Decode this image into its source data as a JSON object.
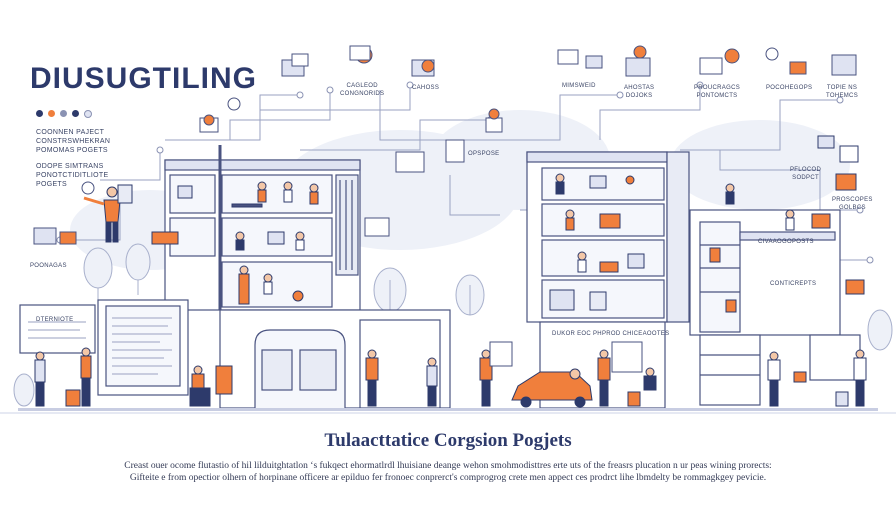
{
  "title": "DIUSUGTILING",
  "left_text": "COONNEN PAJECT\nCONSTRSWHEKRAN\nPOMOMAS POGETS",
  "left_text2": "ODOPE SIMTRANS\nPONOTCTIDITLIOTE\nPOGETS",
  "labels": {
    "top_1": "CAGLEOD\nCONGNORIDS",
    "top_2": "CAHOSS",
    "top_3": "MIMSWEID",
    "top_4": "AHOSTAS\nDOJOKS",
    "top_5": "PROUCRAGCS\nPONTOMCTS",
    "top_6": "POCOHEGOPS",
    "top_7": "TOPIE NS\nTOHEMCS",
    "mid_1": "OPSPOSE",
    "right_1": "PFLOCOD\nSODPCT",
    "right_2": "PROSCOPES\nGOLBCS",
    "right_3": "CIVAAOGOPOSTS",
    "right_4": "CONTICREPTS",
    "left_bottom": "POONAGAS",
    "doc_left": "DTERNIOTE",
    "doc_center": "DUKOR EOC PHPROD CHICEAOOTES"
  },
  "subtitle": "Tulaacttatice Corgsion Pogjets",
  "description_1": "Creast ouer ocome flutastio of hil lilduitghtatlon ‘s fukqect ehormatlrdl lhuisiane deange wehon smohmodisttres erte uts of the freasrs plucation n ur peas wining prorects:",
  "description_2": "Gifteite e from opectior olhern of horpinane officere ar epilduo fer fronoec conprerct's comprogrog crete men appect ces prodrct lihe lbmdelty be rommagkgey pevicie.",
  "colors": {
    "accent": "#f07f3c",
    "navy": "#2d3a6b",
    "line": "#8a92b3",
    "pale": "#e8ebf5"
  },
  "icons": [
    "laptop-icon",
    "monitor-icon",
    "gear-icon",
    "person-icon",
    "tree-icon",
    "car-icon",
    "document-icon",
    "chart-icon"
  ]
}
